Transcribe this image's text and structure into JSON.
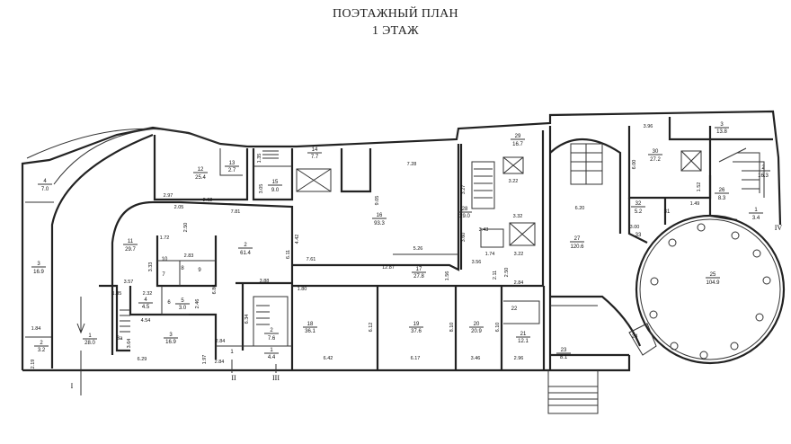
{
  "header": {
    "title": "ПОЭТАЖНЫЙ ПЛАН",
    "subtitle": "1 ЭТАЖ"
  },
  "rooms": [
    {
      "n": "4",
      "a": "7.0"
    },
    {
      "n": "3",
      "a": "16.9"
    },
    {
      "n": "1",
      "a": "28.0"
    },
    {
      "n": "2",
      "a": "3.2"
    },
    {
      "n": "12",
      "a": "25.4"
    },
    {
      "n": "13",
      "a": "2.7"
    },
    {
      "n": "15",
      "a": "9.0"
    },
    {
      "n": "14",
      "a": "7.7"
    },
    {
      "n": "11",
      "a": "29.7"
    },
    {
      "n": "2",
      "a": "61.4"
    },
    {
      "n": "4",
      "a": "4.5"
    },
    {
      "n": "5",
      "a": "3.0"
    },
    {
      "n": "3",
      "a": "16.9"
    },
    {
      "n": "2",
      "a": "7.6"
    },
    {
      "n": "1",
      "a": "4.4"
    },
    {
      "n": "16",
      "a": "93.3"
    },
    {
      "n": "29",
      "a": "16.7"
    },
    {
      "n": "28",
      "a": "29.0"
    },
    {
      "n": "17",
      "a": "27.8"
    },
    {
      "n": "18",
      "a": "36.1"
    },
    {
      "n": "19",
      "a": "37.6"
    },
    {
      "n": "20",
      "a": "20.9"
    },
    {
      "n": "21",
      "a": "12.1"
    },
    {
      "n": "23",
      "a": "8.1"
    },
    {
      "n": "25",
      "a": "104.9"
    },
    {
      "n": "27",
      "a": "120.6"
    },
    {
      "n": "30",
      "a": "27.2"
    },
    {
      "n": "3",
      "a": "13.8"
    },
    {
      "n": "2",
      "a": "16.3"
    },
    {
      "n": "26",
      "a": "8.3"
    },
    {
      "n": "1",
      "a": "3.4"
    },
    {
      "n": "32",
      "a": "5.2"
    }
  ],
  "small_rooms": [
    "10",
    "8",
    "9",
    "3а",
    "1",
    "22",
    "24",
    "31",
    "33",
    "6",
    "7"
  ],
  "dims": [
    "2.97",
    "2.05",
    "2.62",
    "7.81",
    "2.50",
    "1.72",
    "2.83",
    "3.33",
    "3.57",
    "1.85",
    "2.32",
    "4.54",
    "2.46",
    "6.86",
    "3.88",
    "6.34",
    "3.64",
    "6.29",
    "1.97",
    "2.84",
    "2.84",
    "1.84",
    "2.19",
    "1.35",
    "3.05",
    "6.11",
    "4.42",
    "7.28",
    "9.05",
    "7.61",
    "5.26",
    "12.87",
    "1.56",
    "3.27",
    "3.22",
    "3.32",
    "3.60",
    "3.43",
    "1.74",
    "3.56",
    "3.22",
    "2.11",
    "2.50",
    "2.84",
    "1.80",
    "6.12",
    "8.10",
    "6.10",
    "6.42",
    "6.17",
    "3.46",
    "2.96",
    "6.20",
    "3.96",
    "6.00",
    "1.52",
    "1.49",
    "3.00"
  ],
  "sections": [
    "I",
    "II",
    "III",
    "IV"
  ]
}
